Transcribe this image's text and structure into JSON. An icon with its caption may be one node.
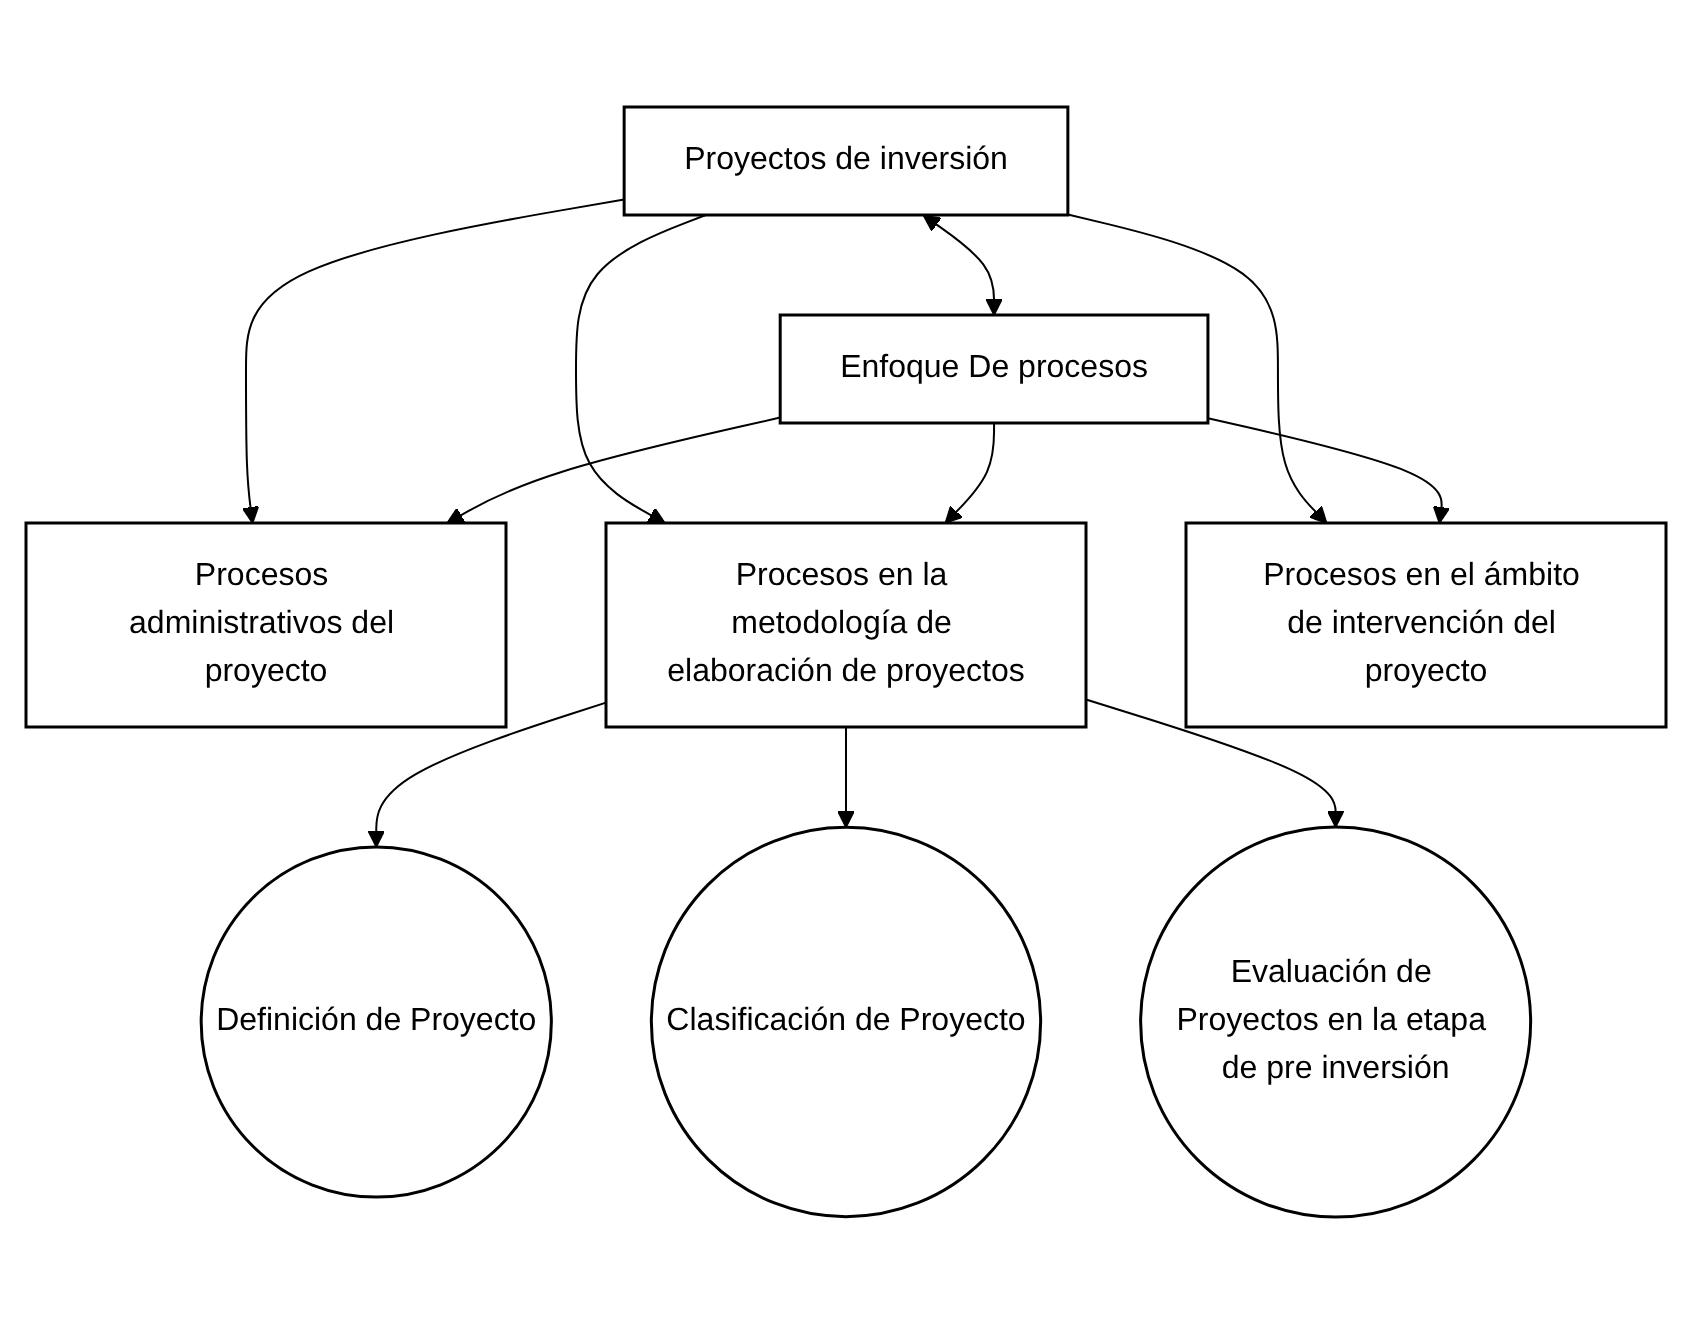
{
  "diagram": {
    "nodes": [
      {
        "text": [
          "Proyectos de inversión"
        ]
      },
      {
        "text": [
          "Enfoque De procesos"
        ]
      },
      {
        "text": [
          "Procesos administrativos del proyecto"
        ]
      },
      {
        "text": [
          "Procesos en la metodología de elaboración de proyectos"
        ]
      },
      {
        "text": [
          "Procesos en el ámbito de intervención del proyecto"
        ]
      },
      {
        "text": [
          "Definición de Proyecto"
        ]
      },
      {
        "text": [
          "Clasificación de Proyecto"
        ]
      },
      {
        "text": [
          "Evaluación de Proyectos en la etapa de pre inversión"
        ]
      }
    ],
    "edges": [
      {
        "from": 0,
        "to": 1,
        "arrow": "both"
      },
      {
        "from": 0,
        "to": 2,
        "arrow": "to"
      },
      {
        "from": 0,
        "to": 3,
        "arrow": "to"
      },
      {
        "from": 0,
        "to": 4,
        "arrow": "to"
      },
      {
        "from": 1,
        "to": 2,
        "arrow": "to"
      },
      {
        "from": 1,
        "to": 3,
        "arrow": "to"
      },
      {
        "from": 1,
        "to": 4,
        "arrow": "to"
      },
      {
        "from": 3,
        "to": 5,
        "arrow": "to"
      },
      {
        "from": 3,
        "to": 6,
        "arrow": "to"
      },
      {
        "from": 3,
        "to": 7,
        "arrow": "to"
      }
    ]
  }
}
